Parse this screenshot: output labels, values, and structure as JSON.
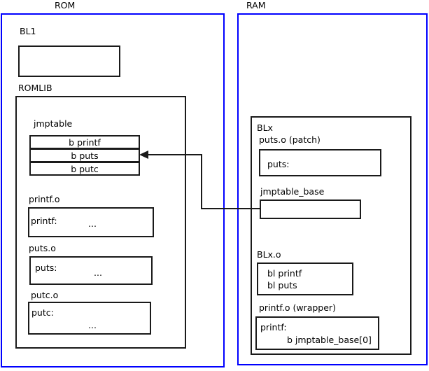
{
  "diagram": {
    "title_rom": "ROM",
    "title_ram": "RAM",
    "accent_region_color": "#0000ff",
    "line_color": "#1a1a1a",
    "background_color": "#ffffff"
  },
  "rom": {
    "label": "ROM",
    "bl1": {
      "label": "BL1",
      "body": ""
    },
    "romlib": {
      "label": "ROMLIB",
      "jmptable": {
        "label": "jmptable",
        "rows": [
          "b printf",
          "b puts",
          "b putc"
        ]
      },
      "modules": [
        {
          "label": "printf.o",
          "symbol": "printf:",
          "body": "..."
        },
        {
          "label": "puts.o",
          "symbol": "puts:",
          "body": "..."
        },
        {
          "label": "putc.o",
          "symbol": "putc:",
          "body": "..."
        }
      ]
    }
  },
  "ram": {
    "label": "RAM",
    "blx": {
      "label": "BLx",
      "puts_patch": {
        "label": "puts.o (patch)",
        "symbol": "puts:"
      },
      "jmptable_base": {
        "label": "jmptable_base",
        "body": ""
      },
      "blx_o": {
        "label": "BLx.o",
        "lines": [
          "bl printf",
          "bl puts"
        ]
      },
      "printf_wrapper": {
        "label": "printf.o (wrapper)",
        "symbol": "printf:",
        "instruction": "b jmptable_base[0]"
      }
    }
  },
  "connector": {
    "name": "jmptable-base-to-jmptable-puts-arrow",
    "from": "jmptable_base",
    "to": "jmptable row b puts"
  }
}
